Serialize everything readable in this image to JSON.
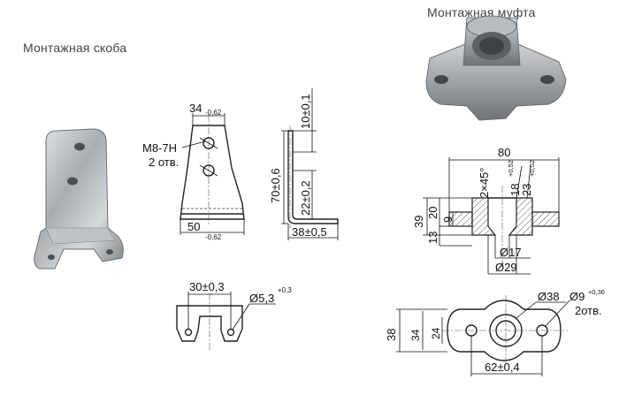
{
  "titles": {
    "bracket": "Монтажная скоба",
    "coupling": "Монтажная муфта"
  },
  "bracket_front": {
    "top_width": "34",
    "top_tol": "-0,62",
    "bottom_width": "50",
    "bottom_tol": "-0,62",
    "thread": "M8-7H",
    "holes": "2 отв."
  },
  "bracket_side": {
    "top": "10±0,1",
    "height": "70±0,6",
    "lower": "22±0,2",
    "foot": "38±0,5"
  },
  "bracket_bottom": {
    "width": "30±0,3",
    "hole": "Ø5,3",
    "hole_tol": "+0,3"
  },
  "coupling_section": {
    "length": "80",
    "chamfer": "2×45°",
    "d18": "18",
    "d18_tol": "+0,52",
    "d23": "23",
    "d23_tol": "+0,52",
    "h39": "39",
    "h20": "20",
    "h9": "9",
    "h13": "13",
    "d17": "Ø17",
    "d29": "Ø29"
  },
  "coupling_plan": {
    "d38": "Ø38",
    "d9": "Ø9",
    "d9_tol": "+0,36",
    "holes": "2отв.",
    "h38": "38",
    "h34": "34",
    "h24": "24",
    "spacing": "62±0,4"
  }
}
